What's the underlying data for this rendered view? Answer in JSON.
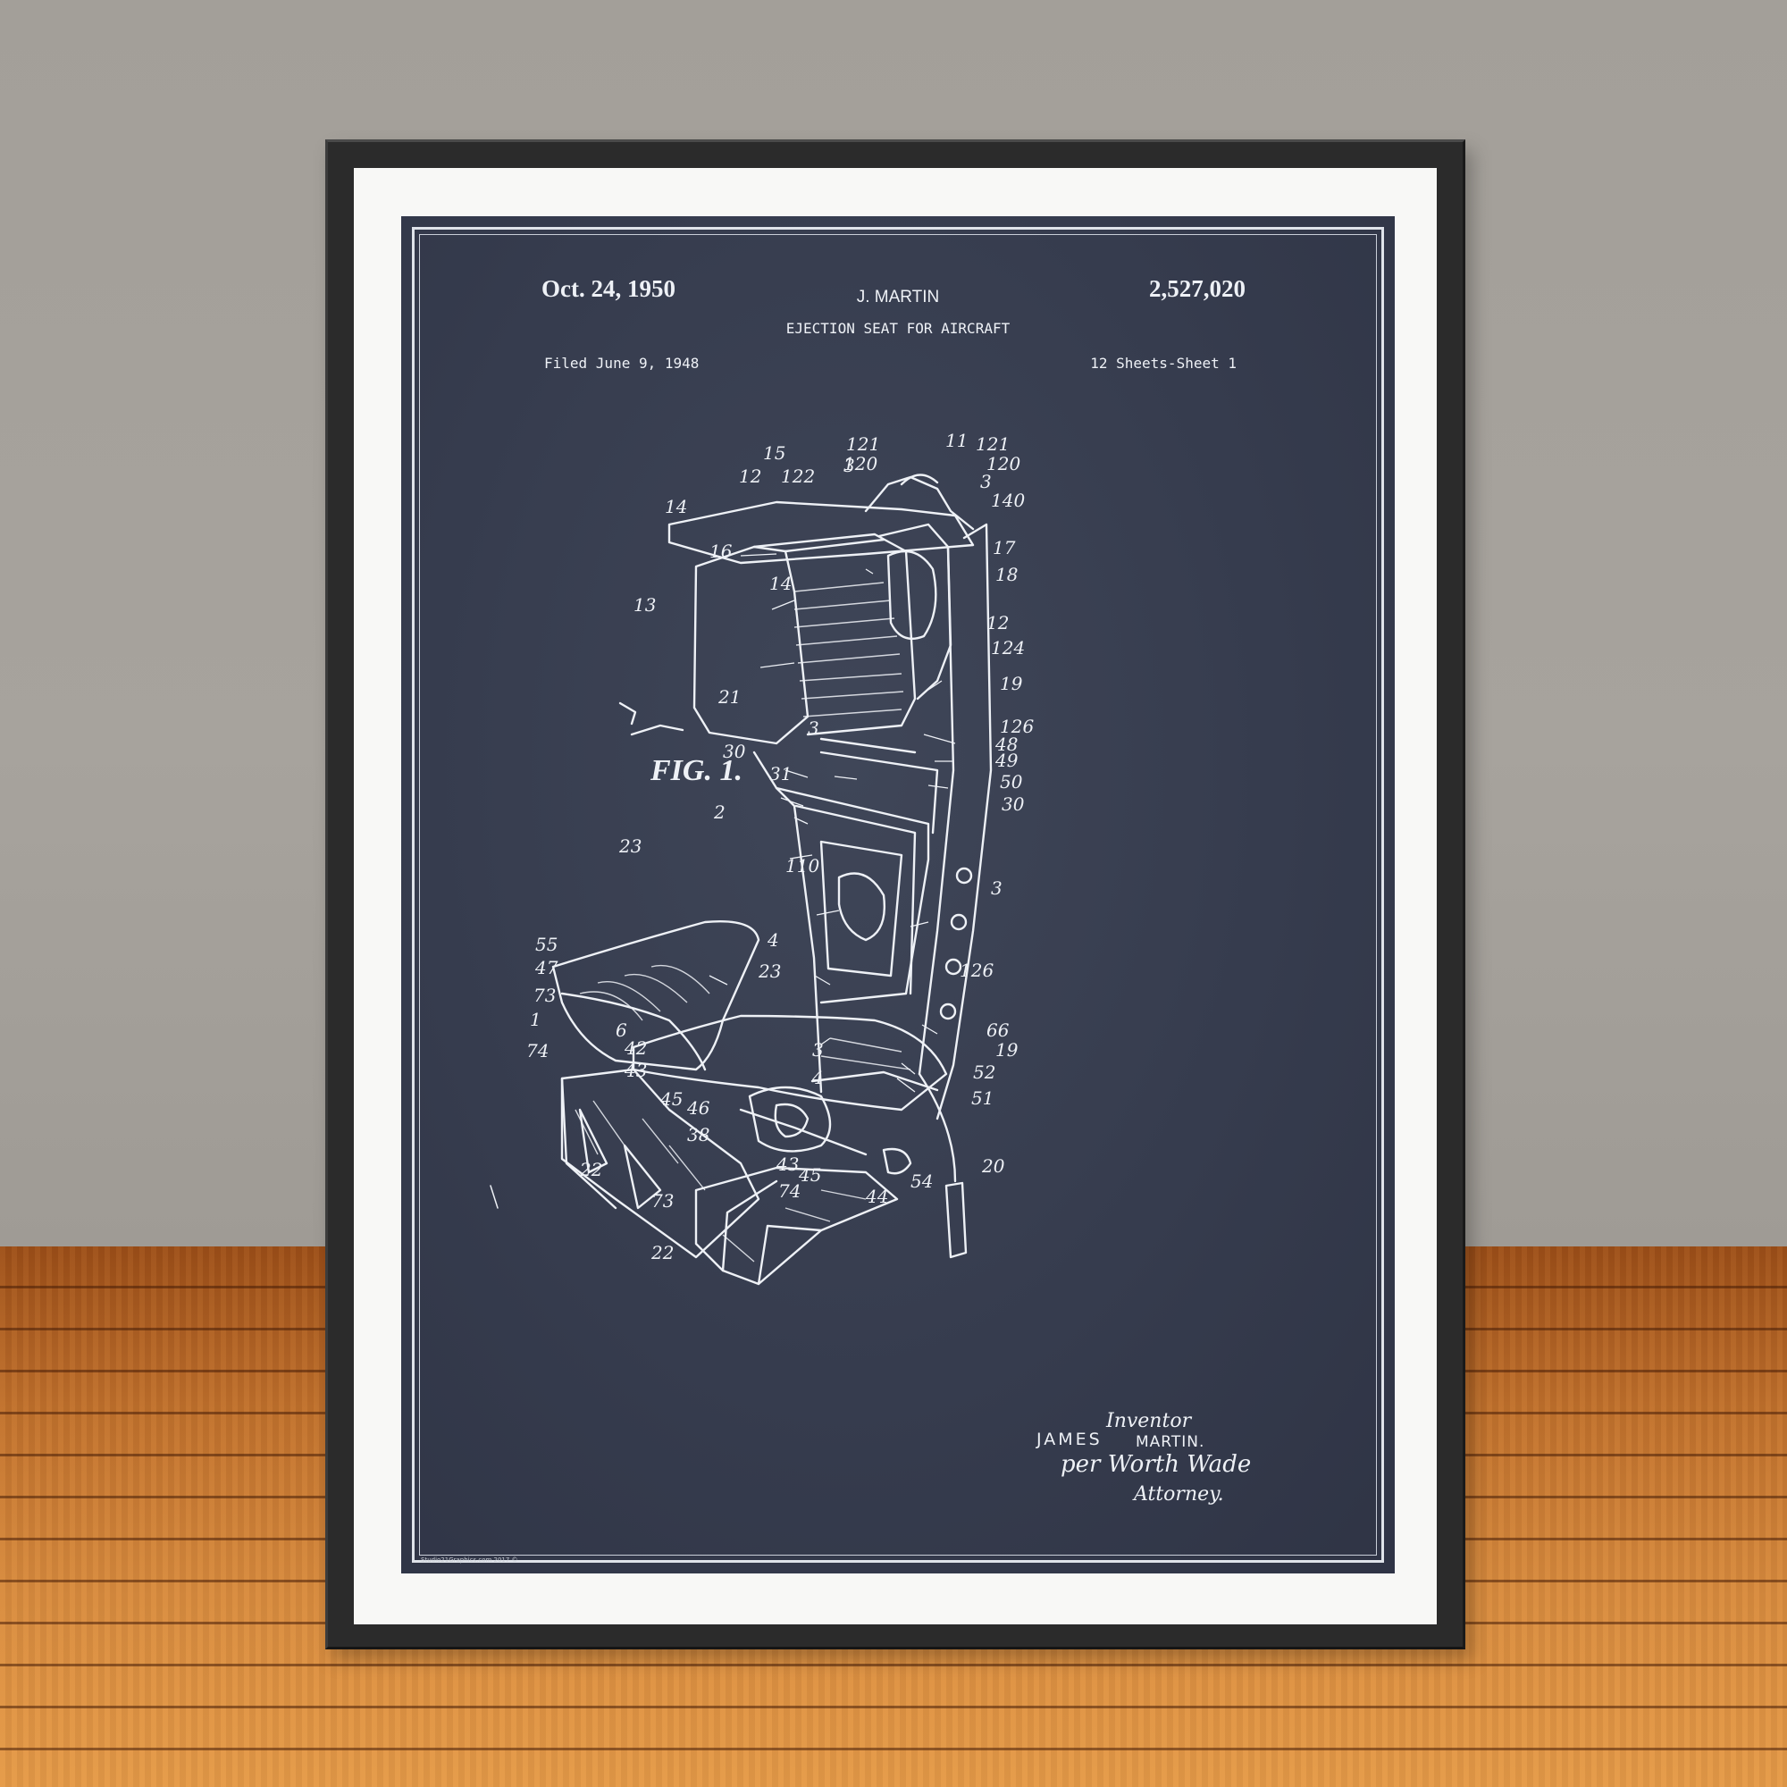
{
  "poster": {
    "date": "Oct. 24, 1950",
    "inventor": "J. MARTIN",
    "patent_number": "2,527,020",
    "title": "EJECTION SEAT FOR AIRCRAFT",
    "filed": "Filed June 9, 1948",
    "sheets": "12 Sheets-Sheet 1",
    "figure_label": "FIG. 1.",
    "signature": {
      "inventor_label": "Inventor",
      "inventor_first": "JAMES",
      "inventor_last": "MARTIN.",
      "attorney_name": "per Worth Wade",
      "attorney_label": "Attorney."
    },
    "copyright": "Studio21Graphics.com 2017 ©"
  },
  "part_labels": [
    "121",
    "11",
    "121",
    "3",
    "15",
    "120",
    "120",
    "12",
    "122",
    "3",
    "140",
    "14",
    "16",
    "17",
    "14",
    "18",
    "13",
    "12",
    "124",
    "19",
    "21",
    "3",
    "126",
    "48",
    "30",
    "31",
    "49",
    "50",
    "30",
    "2",
    "23",
    "110",
    "3",
    "55",
    "47",
    "4",
    "23",
    "126",
    "73",
    "1",
    "6",
    "42",
    "66",
    "19",
    "74",
    "43",
    "3",
    "52",
    "4",
    "45",
    "46",
    "51",
    "38",
    "22",
    "43",
    "45",
    "44",
    "54",
    "20",
    "73",
    "74",
    "22"
  ],
  "colors": {
    "wall": "#a5a19b",
    "floor": "#c97a36",
    "frame": "#2b2b2b",
    "mat": "#f8f8f6",
    "blueprint": "#363c4e",
    "ink": "#eef1f6"
  }
}
